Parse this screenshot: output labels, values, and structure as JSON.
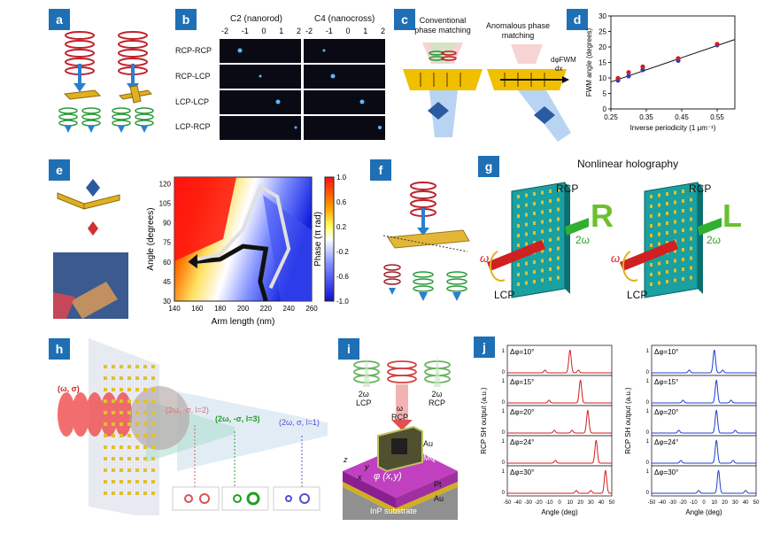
{
  "panels": {
    "a": {
      "tag": "a"
    },
    "b": {
      "tag": "b",
      "col_titles": [
        "C2 (nanorod)",
        "C4 (nanocross)"
      ],
      "ticks": [
        "-2",
        "-1",
        "0",
        "1",
        "2"
      ],
      "rows": [
        "RCP-RCP",
        "RCP-LCP",
        "LCP-LCP",
        "LCP-RCP"
      ]
    },
    "c": {
      "tag": "c",
      "title_left": "Conventional phase matching",
      "title_right": "Anomalous phase matching",
      "formula_top": "dφFWM",
      "formula_bottom": "dx"
    },
    "d": {
      "tag": "d"
    },
    "e": {
      "tag": "e"
    },
    "f": {
      "tag": "f"
    },
    "g": {
      "tag": "g",
      "title": "Nonlinear holography",
      "rcp": "RCP",
      "lcp": "LCP",
      "omega": "ω",
      "two_omega": "2ω",
      "letter_left": "R",
      "letter_right": "L"
    },
    "h": {
      "tag": "h",
      "beam_in": "(ω, σ)",
      "beam1": "(2ω, -σ, l=2)",
      "beam2": "(2ω, -σ, l=3)",
      "beam3": "(2ω, σ, l=1)"
    },
    "i": {
      "tag": "i",
      "lcp": "2ω\nLCP",
      "rcp_in": "ω\nRCP",
      "rcp_out": "2ω\nRCP",
      "au1": "Au",
      "mqw": "MQW",
      "phi": "φ (x,y)",
      "pt": "Pt",
      "au2": "Au",
      "substrate": "InP substrate",
      "z": "z",
      "x": "x",
      "y": "y"
    },
    "j": {
      "tag": "j"
    }
  },
  "chart_data": [
    {
      "type": "scatter",
      "xlabel": "Inverse periodicity (1 μm⁻¹)",
      "ylabel": "FWM angle (degrees)",
      "xlim": [
        0.25,
        0.6
      ],
      "ylim": [
        0,
        30
      ],
      "xticks": [
        "0.25",
        "0.35",
        "0.45",
        "0.55"
      ],
      "yticks": [
        "0",
        "5",
        "10",
        "15",
        "20",
        "25",
        "30"
      ],
      "series": [
        {
          "color": "#1f3fd0",
          "x": [
            0.27,
            0.3,
            0.34,
            0.44,
            0.55
          ],
          "y": [
            9.2,
            10.6,
            12.6,
            15.6,
            20.6
          ]
        },
        {
          "color": "#d01f1f",
          "x": [
            0.27,
            0.3,
            0.34,
            0.44,
            0.55
          ],
          "y": [
            9.9,
            11.8,
            13.6,
            16.3,
            20.9
          ]
        }
      ],
      "fit_line": {
        "x": [
          0.25,
          0.6
        ],
        "y": [
          8.7,
          22.4
        ]
      }
    },
    {
      "type": "heatmap",
      "xlabel": "Arm length (nm)",
      "ylabel": "Angle (degrees)",
      "colorbar_label": "Phase (π rad)",
      "xlim": [
        140,
        260
      ],
      "ylim": [
        30,
        125
      ],
      "xticks": [
        "140",
        "160",
        "180",
        "200",
        "220",
        "240",
        "260"
      ],
      "yticks": [
        "30",
        "45",
        "60",
        "75",
        "90",
        "105",
        "120"
      ],
      "colorbar_ticks": [
        "1.0",
        "0.6",
        "0.2",
        "-0.2",
        "-0.6",
        "-1.0"
      ]
    },
    {
      "type": "line",
      "ylabel": "RCP SH output (a.u.)",
      "xlabel": "Angle (deg)",
      "color": "#d01f1f",
      "xticks": [
        "-50",
        "-40",
        "-30",
        "-20",
        "-10",
        "0",
        "10",
        "20",
        "30",
        "40",
        "50"
      ],
      "xlim": [
        -50,
        50
      ],
      "rows": [
        {
          "label": "Δφ=10°",
          "peak": 10,
          "side": [
            -14,
            18
          ]
        },
        {
          "label": "Δφ=15°",
          "peak": 20,
          "side": [
            -10
          ]
        },
        {
          "label": "Δφ=20°",
          "peak": 27,
          "side": [
            -5,
            12
          ]
        },
        {
          "label": "Δφ=24°",
          "peak": 35,
          "side": [
            -4
          ]
        },
        {
          "label": "Δφ=30°",
          "peak": 44,
          "side": [
            16,
            30
          ]
        }
      ]
    },
    {
      "type": "line",
      "ylabel": "RCP SH output (a.u.)",
      "xlabel": "Angle (deg)",
      "color": "#1f3fd0",
      "xticks": [
        "-50",
        "-40",
        "-30",
        "-20",
        "-10",
        "0",
        "10",
        "20",
        "30",
        "40",
        "50"
      ],
      "xlim": [
        -50,
        50
      ],
      "rows": [
        {
          "label": "Δφ=10°",
          "peak": 10,
          "side": [
            18,
            -14
          ]
        },
        {
          "label": "Δφ=15°",
          "peak": 12,
          "side": [
            26,
            -20
          ]
        },
        {
          "label": "Δφ=20°",
          "peak": 12,
          "side": [
            30,
            -24
          ]
        },
        {
          "label": "Δφ=24°",
          "peak": 12,
          "side": [
            28,
            -22
          ]
        },
        {
          "label": "Δφ=30°",
          "peak": 14,
          "side": [
            40,
            -5
          ]
        }
      ]
    }
  ]
}
